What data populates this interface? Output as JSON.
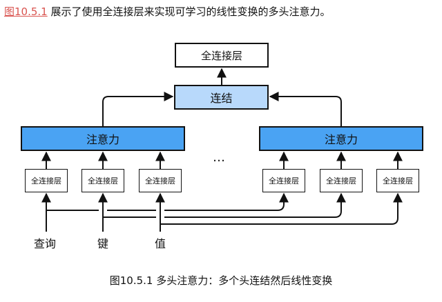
{
  "intro": {
    "ref": "图10.5.1",
    "text": " 展示了使用全连接层来实现可学习的线性变换的多头注意力。"
  },
  "diagram": {
    "top_fc": "全连接层",
    "concat": "连结",
    "attention": "注意力",
    "fc": "全连接层",
    "ellipsis": "…",
    "inputs": {
      "query": "查询",
      "key": "键",
      "value": "值"
    }
  },
  "caption": "图10.5.1  多头注意力：多个头连结然后线性变换",
  "colors": {
    "attention": "#4aa3f3",
    "concat": "#b8d9fb",
    "link": "#d9534f"
  }
}
